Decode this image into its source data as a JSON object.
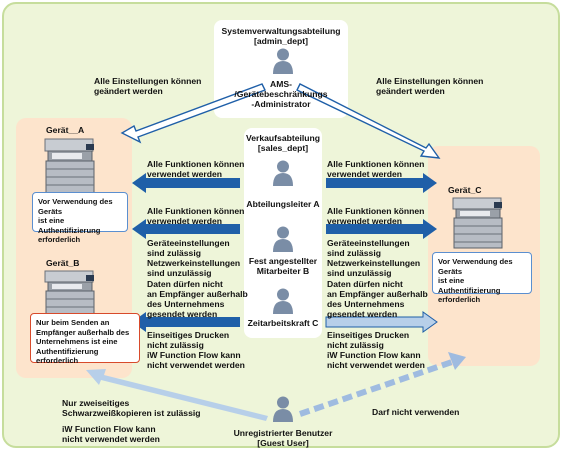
{
  "admin": {
    "dept_line1": "Systemverwaltungsabteilung",
    "dept_line2": "[admin_dept]",
    "role_line1": "AMS-",
    "role_line2": "/Gerätebeschränkungs",
    "role_line3": "-Administrator",
    "left_arrow_line1": "Alle Einstellungen können",
    "left_arrow_line2": "geändert werden",
    "right_arrow_line1": "Alle Einstellungen können",
    "right_arrow_line2": "geändert werden"
  },
  "sales": {
    "dept_line1": "Verkaufsabteilung",
    "dept_line2": "[sales_dept]",
    "role_a": "Abteilungsleiter A",
    "role_b_line1": "Fest angestellter",
    "role_b_line2": "Mitarbeiter B",
    "role_c": "Zeitarbeitskraft C"
  },
  "left_texts": {
    "a_line1": "Alle Funktionen können",
    "a_line2": "verwendet werden",
    "b_line1": "Alle Funktionen können",
    "b_line2": "verwendet werden",
    "b_line3": "Geräteeinstellungen",
    "b_line4": "sind zulässig",
    "b_line5": "Netzwerkeinstellungen",
    "b_line6": "sind unzulässig",
    "c_line1": "Daten dürfen nicht",
    "c_line2": "an Empfänger außerhalb",
    "c_line3": "des Unternehmens",
    "c_line4": "gesendet werden",
    "c_line5": "Einseitiges Drucken",
    "c_line6": "nicht zulässig",
    "c_line7": "iW Function Flow kann",
    "c_line8": "nicht verwendet werden"
  },
  "right_texts": {
    "a_line1": "Alle Funktionen können",
    "a_line2": "verwendet werden",
    "b_line1": "Alle Funktionen können",
    "b_line2": "verwendet werden",
    "b_line3": "Geräteeinstellungen",
    "b_line4": "sind zulässig",
    "b_line5": "Netzwerkeinstellungen",
    "b_line6": "sind unzulässig",
    "c_line1": "Daten dürfen nicht",
    "c_line2": "an Empfänger außerhalb",
    "c_line3": "des Unternehmens",
    "c_line4": "gesendet werden",
    "c_line5": "Einseitiges Drucken",
    "c_line6": "nicht zulässig",
    "c_line7": "iW Function Flow kann",
    "c_line8": "nicht verwendet werden"
  },
  "device_a": {
    "label": "Gerät__A",
    "note_line1": "Vor Verwendung des Geräts",
    "note_line2": "ist eine Authentifizierung",
    "note_line3": "erforderlich"
  },
  "device_b": {
    "label": "Gerät_B",
    "note_line1": "Nur beim Senden an",
    "note_line2": "Empfänger außerhalb des",
    "note_line3": "Unternehmens ist eine",
    "note_line4": "Authentifizierung erforderlich"
  },
  "device_c": {
    "label": "Gerät_C",
    "note_line1": "Vor Verwendung des Geräts",
    "note_line2": "ist eine Authentifizierung",
    "note_line3": "erforderlich"
  },
  "guest": {
    "label_line1": "Unregistrierter Benutzer",
    "label_line2": "[Guest User]",
    "left_line1": "Nur zweiseitiges",
    "left_line2": "Schwarzweißkopieren ist zulässig",
    "left_line3": "iW Function Flow kann",
    "left_line4": "nicht verwendet werden",
    "right_line1": "Darf nicht verwenden"
  },
  "colors": {
    "outer_border": "#c6dd9c",
    "outer_fill": "#eef5d9",
    "panel_fill": "#fde4cc",
    "arrow_blue": "#1f5fa8",
    "arrow_light": "#b7cfe9",
    "person_gray": "#7a8da6",
    "note_blue_border": "#5b8fd0",
    "note_red_border": "#d84a2b"
  }
}
